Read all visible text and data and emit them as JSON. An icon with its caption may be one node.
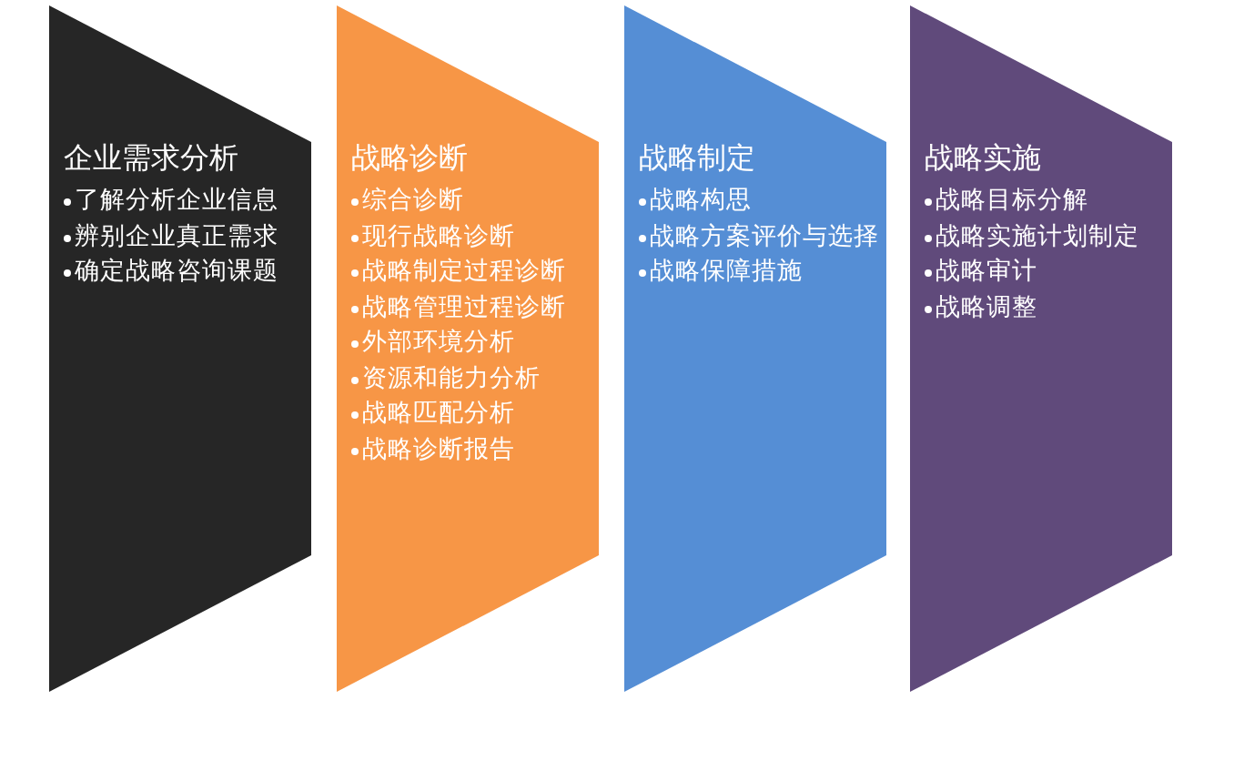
{
  "diagram": {
    "nodes": [
      {
        "text": [
          "企业需求分析",
          "了解分析企业信息",
          "辨别企业真正需求",
          "确定战略咨询课题"
        ]
      },
      {
        "text": [
          "战略诊断",
          "综合诊断",
          "现行战略诊断",
          "战略制定过程诊断",
          "战略管理过程诊断",
          "外部环境分析",
          "资源和能力分析",
          "战略匹配分析",
          "战略诊断报告"
        ]
      },
      {
        "text": [
          "战略制定",
          "战略构思",
          "战略方案评价与选择",
          "战略保障措施"
        ]
      },
      {
        "text": [
          "战略实施",
          "战略目标分解",
          "战略实施计划制定",
          "战略审计",
          "战略调整"
        ]
      }
    ]
  }
}
